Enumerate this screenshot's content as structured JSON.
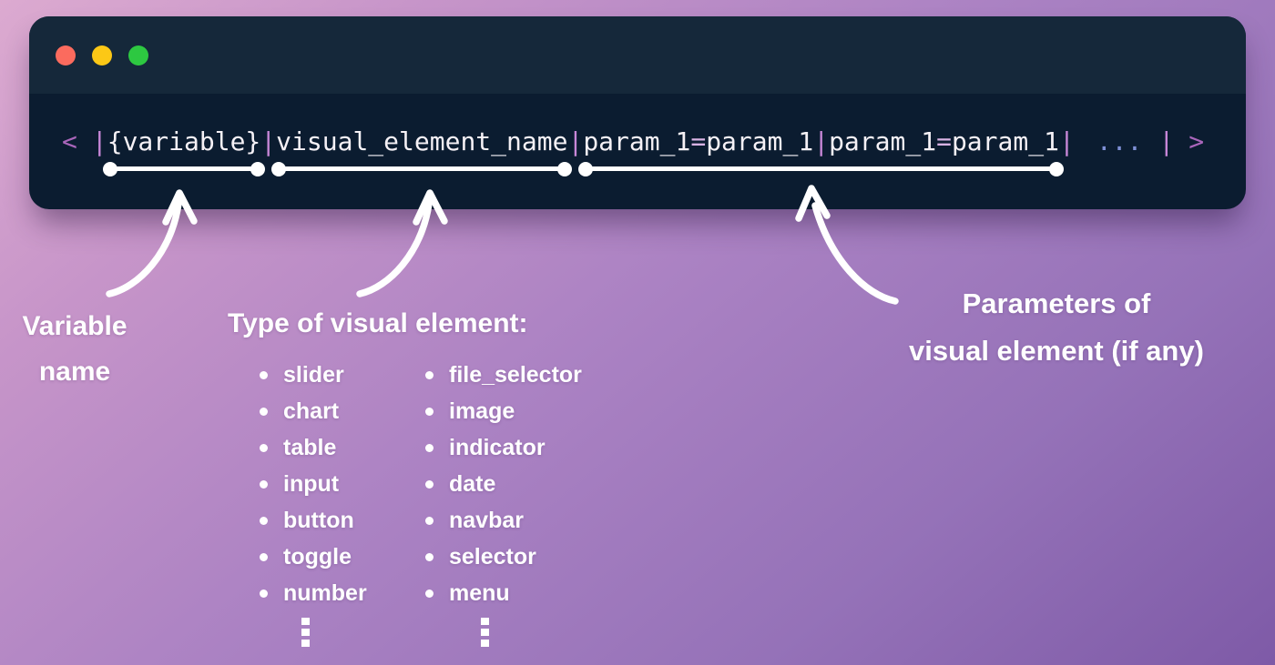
{
  "window": {
    "buttons": [
      "close",
      "minimize",
      "zoom"
    ],
    "traffic_light_colors": {
      "close": "#fb6b5e",
      "minimize": "#fcc816",
      "zoom": "#2dc841"
    }
  },
  "code": {
    "open_angle": "<",
    "pipe": "|",
    "variable_token": "{variable}",
    "element_name_token": "visual_element_name",
    "param_a": {
      "name": "param_1",
      "eq": "=",
      "value": "param_1"
    },
    "param_b": {
      "name": "param_1",
      "eq": "=",
      "value": "param_1"
    },
    "ellipsis_token": "...",
    "close_angle": ">"
  },
  "annotations": {
    "variable_label": {
      "line1": "Variable",
      "line2": "name"
    },
    "type_heading": "Type of visual element:",
    "element_types_left": [
      "slider",
      "chart",
      "table",
      "input",
      "button",
      "toggle",
      "number"
    ],
    "element_types_right": [
      "file_selector",
      "image",
      "indicator",
      "date",
      "navbar",
      "selector",
      "menu"
    ],
    "params_label": {
      "line1": "Parameters of",
      "line2": "visual element (if any)"
    }
  },
  "colors": {
    "background_top": "#dcaad0",
    "background_bottom": "#7e5aa7",
    "titlebar": "#15283a",
    "window_body": "#0b1c30",
    "code_text": "#f5f1f6",
    "separator": "#c887d8",
    "angle_bracket": "#aa66bb",
    "equals_sign": "#d9b3e4",
    "ellipsis": "#7f90d6",
    "underline": "#ffffff",
    "annotation_text": "#ffffff"
  }
}
